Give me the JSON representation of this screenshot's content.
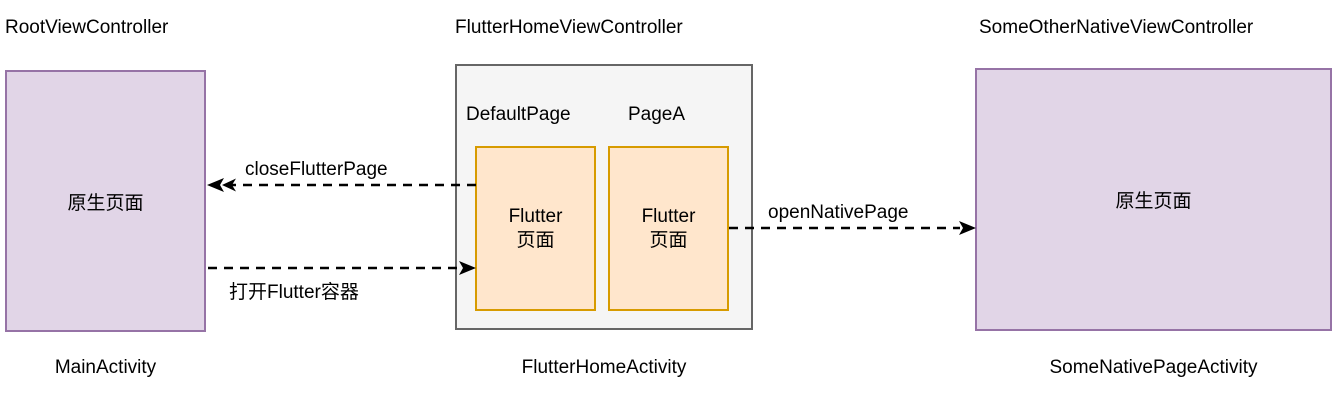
{
  "diagram": {
    "type": "flowchart",
    "title": "Flutter hybrid navigation between native and Flutter pages",
    "background": "#ffffff",
    "colors": {
      "native_fill": "#e1d5e7",
      "native_stroke": "#9673a6",
      "container_fill": "#f5f5f5",
      "container_stroke": "#666666",
      "flutter_fill": "#ffe6cc",
      "flutter_stroke": "#d79b00",
      "edge_stroke": "#000000",
      "text": "#000000"
    },
    "nodes": [
      {
        "id": "root-view-controller",
        "title": "RootViewController",
        "body": "原生页面",
        "caption": "MainActivity",
        "kind": "native"
      },
      {
        "id": "flutter-home-view-controller",
        "title": "FlutterHomeViewController",
        "caption": "FlutterHomeActivity",
        "kind": "container",
        "children": [
          {
            "id": "default-page",
            "tag": "DefaultPage",
            "line1": "Flutter",
            "line2": "页面"
          },
          {
            "id": "page-a",
            "tag": "PageA",
            "line1": "Flutter",
            "line2": "页面"
          }
        ]
      },
      {
        "id": "some-other-native-view-controller",
        "title": "SomeOtherNativeViewController",
        "body": "原生页面",
        "caption": "SomeNativePageActivity",
        "kind": "native"
      }
    ],
    "edges": [
      {
        "id": "close-flutter-page",
        "label": "closeFlutterPage",
        "from": "flutter-home-view-controller",
        "to": "root-view-controller",
        "direction": "left",
        "style": "dashed"
      },
      {
        "id": "open-flutter-container",
        "label": "打开Flutter容器",
        "from": "root-view-controller",
        "to": "flutter-home-view-controller",
        "direction": "right",
        "style": "dashed"
      },
      {
        "id": "open-native-page",
        "label": "openNativePage",
        "from": "flutter-home-view-controller",
        "to": "some-other-native-view-controller",
        "direction": "right",
        "style": "dashed"
      }
    ]
  }
}
